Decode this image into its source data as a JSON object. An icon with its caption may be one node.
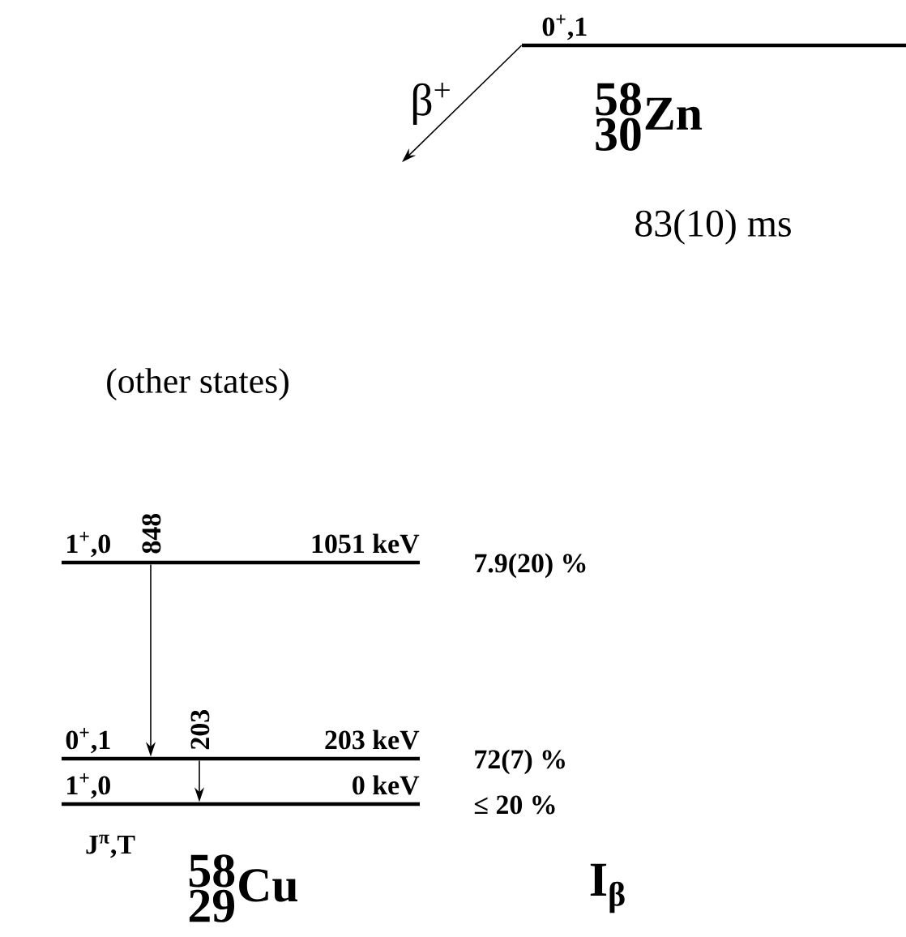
{
  "diagram": {
    "nodes": [
      {
        "text": [
          "0$^{+}$,1"
        ]
      },
      {
        "text": [
          "1$^{+}$,0",
          "1051 keV"
        ],
        "beside": [
          "7.9(20) %"
        ]
      },
      {
        "text": [
          "0$^{+}$,1",
          "203 keV"
        ],
        "beside": [
          "72(7) %"
        ]
      },
      {
        "text": [
          "1$^{+}$,0",
          "0 keV"
        ],
        "beside": [
          "≤ 20 %"
        ]
      }
    ],
    "edges": [
      {
        "from": 0,
        "to": null,
        "arrow": "to",
        "label": "β$^{+}$"
      },
      {
        "from": 1,
        "to": 2,
        "arrow": "to",
        "label": "848"
      },
      {
        "from": 2,
        "to": 3,
        "arrow": "to",
        "label": "203"
      }
    ],
    "labels": [
      "{}^{\\textbf{58}}_{\\textbf{30}}\\textbf{Zn}",
      "83(10) ms",
      "(other states)",
      "J$^{π}$,T",
      "{}^{\\textbf{58}}_{\\textbf{29}}\\textbf{Cu}",
      "I$_{β}$"
    ]
  }
}
